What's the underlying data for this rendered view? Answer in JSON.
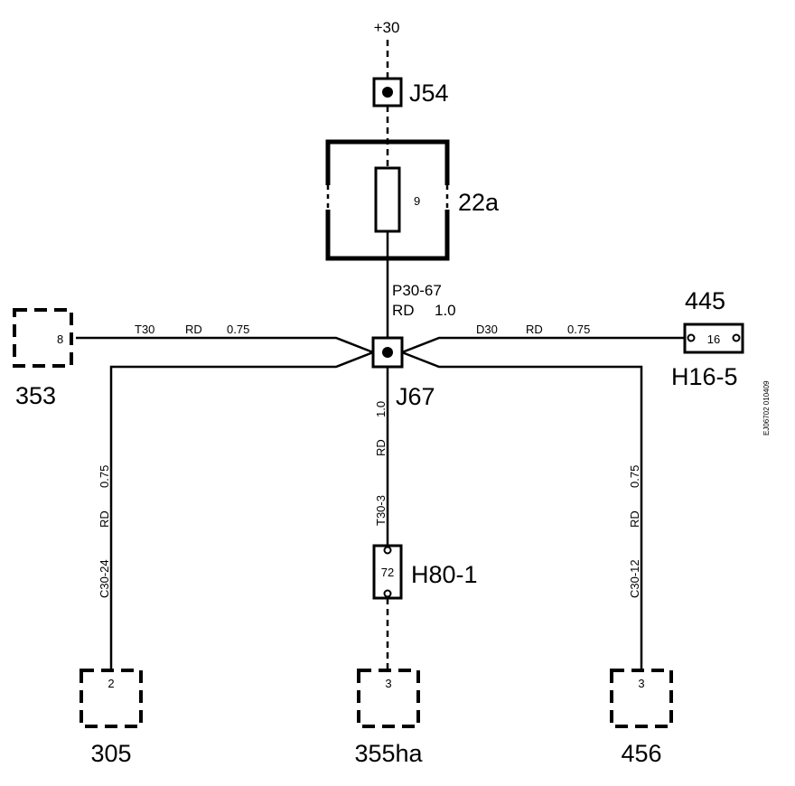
{
  "supply": {
    "label": "+30"
  },
  "junctions": {
    "j54": "J54",
    "j67": "J67"
  },
  "fuse": {
    "component": "22a",
    "number": "9"
  },
  "wires": {
    "fuse_to_j67": {
      "id": "P30-67",
      "color": "RD",
      "size": "1.0"
    },
    "to_353": {
      "id": "T30",
      "color": "RD",
      "size": "0.75"
    },
    "to_445": {
      "id": "D30",
      "color": "RD",
      "size": "0.75"
    },
    "to_305": {
      "id": "C30-24",
      "color": "RD",
      "size": "0.75"
    },
    "to_h80": {
      "id": "T30-3",
      "color": "RD",
      "size": "1.0"
    },
    "to_456": {
      "id": "C30-12",
      "color": "RD",
      "size": "0.75"
    }
  },
  "connectors": {
    "c353": {
      "name": "353",
      "pin": "8"
    },
    "c445": {
      "name": "445",
      "connector": "H16-5",
      "pin": "16"
    },
    "h80": {
      "connector": "H80-1",
      "pin": "72"
    },
    "c305": {
      "name": "305",
      "pin": "2"
    },
    "c355": {
      "name": "355ha",
      "pin": "3"
    },
    "c456": {
      "name": "456",
      "pin": "3"
    }
  },
  "drawing_ref": "EJ06702 010409"
}
